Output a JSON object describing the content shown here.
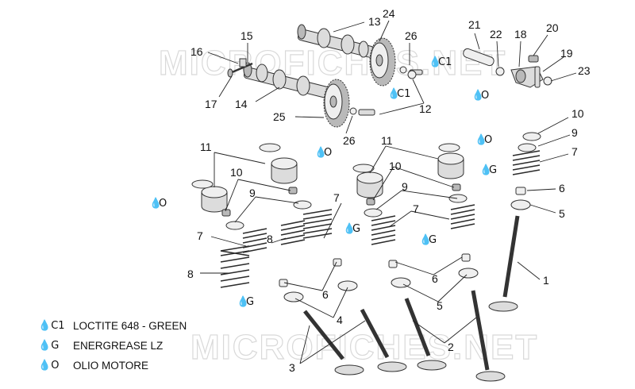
{
  "watermark": "MICROFICHES.NET",
  "callouts": [
    "1",
    "2",
    "3",
    "4",
    "5",
    "6",
    "7",
    "8",
    "9",
    "10",
    "11",
    "12",
    "13",
    "14",
    "15",
    "16",
    "17",
    "18",
    "19",
    "20",
    "21",
    "22",
    "23",
    "24",
    "25",
    "26"
  ],
  "symbols": {
    "c1": "C1",
    "g": "G",
    "o": "O"
  },
  "legend": [
    {
      "symbol": "C1",
      "text": "LOCTITE 648 - GREEN"
    },
    {
      "symbol": "G",
      "text": "ENERGREASE LZ"
    },
    {
      "symbol": "O",
      "text": "OLIO MOTORE"
    }
  ]
}
